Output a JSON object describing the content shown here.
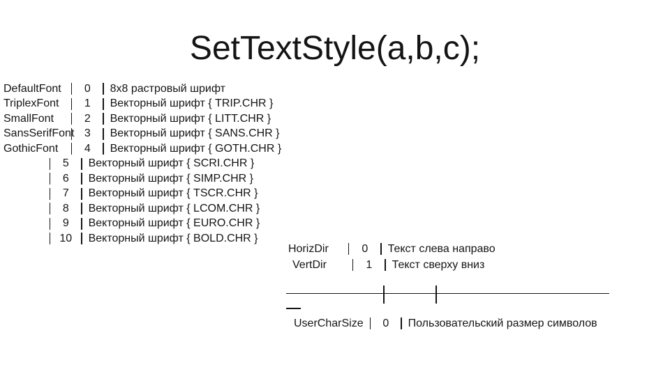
{
  "title": "SetTextStyle(a,b,c);",
  "colors": {
    "text": "#141414",
    "background": "#ffffff"
  },
  "font_constants": {
    "rows": [
      {
        "name": "DefaultFont",
        "value": "0",
        "description": "8x8 растровый шрифт"
      },
      {
        "name": "TriplexFont",
        "value": "1",
        "description": "Векторный шрифт { TRIP.CHR }"
      },
      {
        "name": "SmallFont",
        "value": "2",
        "description": "Векторный шрифт { LITT.CHR }"
      },
      {
        "name": "SansSerifFont",
        "value": "3",
        "description": "Векторный шрифт { SANS.CHR }"
      },
      {
        "name": "GothicFont",
        "value": "4",
        "description": "Векторный шрифт { GOTH.CHR }"
      },
      {
        "name": "",
        "value": "5",
        "description": "Векторный шрифт { SCRI.CHR }"
      },
      {
        "name": "",
        "value": "6",
        "description": "Векторный шрифт { SIMP.CHR }"
      },
      {
        "name": "",
        "value": "7",
        "description": "Векторный шрифт { TSCR.CHR }"
      },
      {
        "name": "",
        "value": "8",
        "description": "Векторный шрифт { LCOM.CHR }"
      },
      {
        "name": "",
        "value": "9",
        "description": "Векторный шрифт { EURO.CHR }"
      },
      {
        "name": "",
        "value": "10",
        "description": "Векторный шрифт { BOLD.CHR }"
      }
    ]
  },
  "direction_constants": {
    "rows": [
      {
        "name": "HorizDir",
        "value": "0",
        "description": "Текст слева направо"
      },
      {
        "name": "VertDir",
        "value": "1",
        "description": "Текст сверху вниз"
      }
    ]
  },
  "char_size_constants": {
    "rows": [
      {
        "name": "UserCharSize",
        "value": "0",
        "description": "Пользовательский размер символов"
      }
    ]
  }
}
